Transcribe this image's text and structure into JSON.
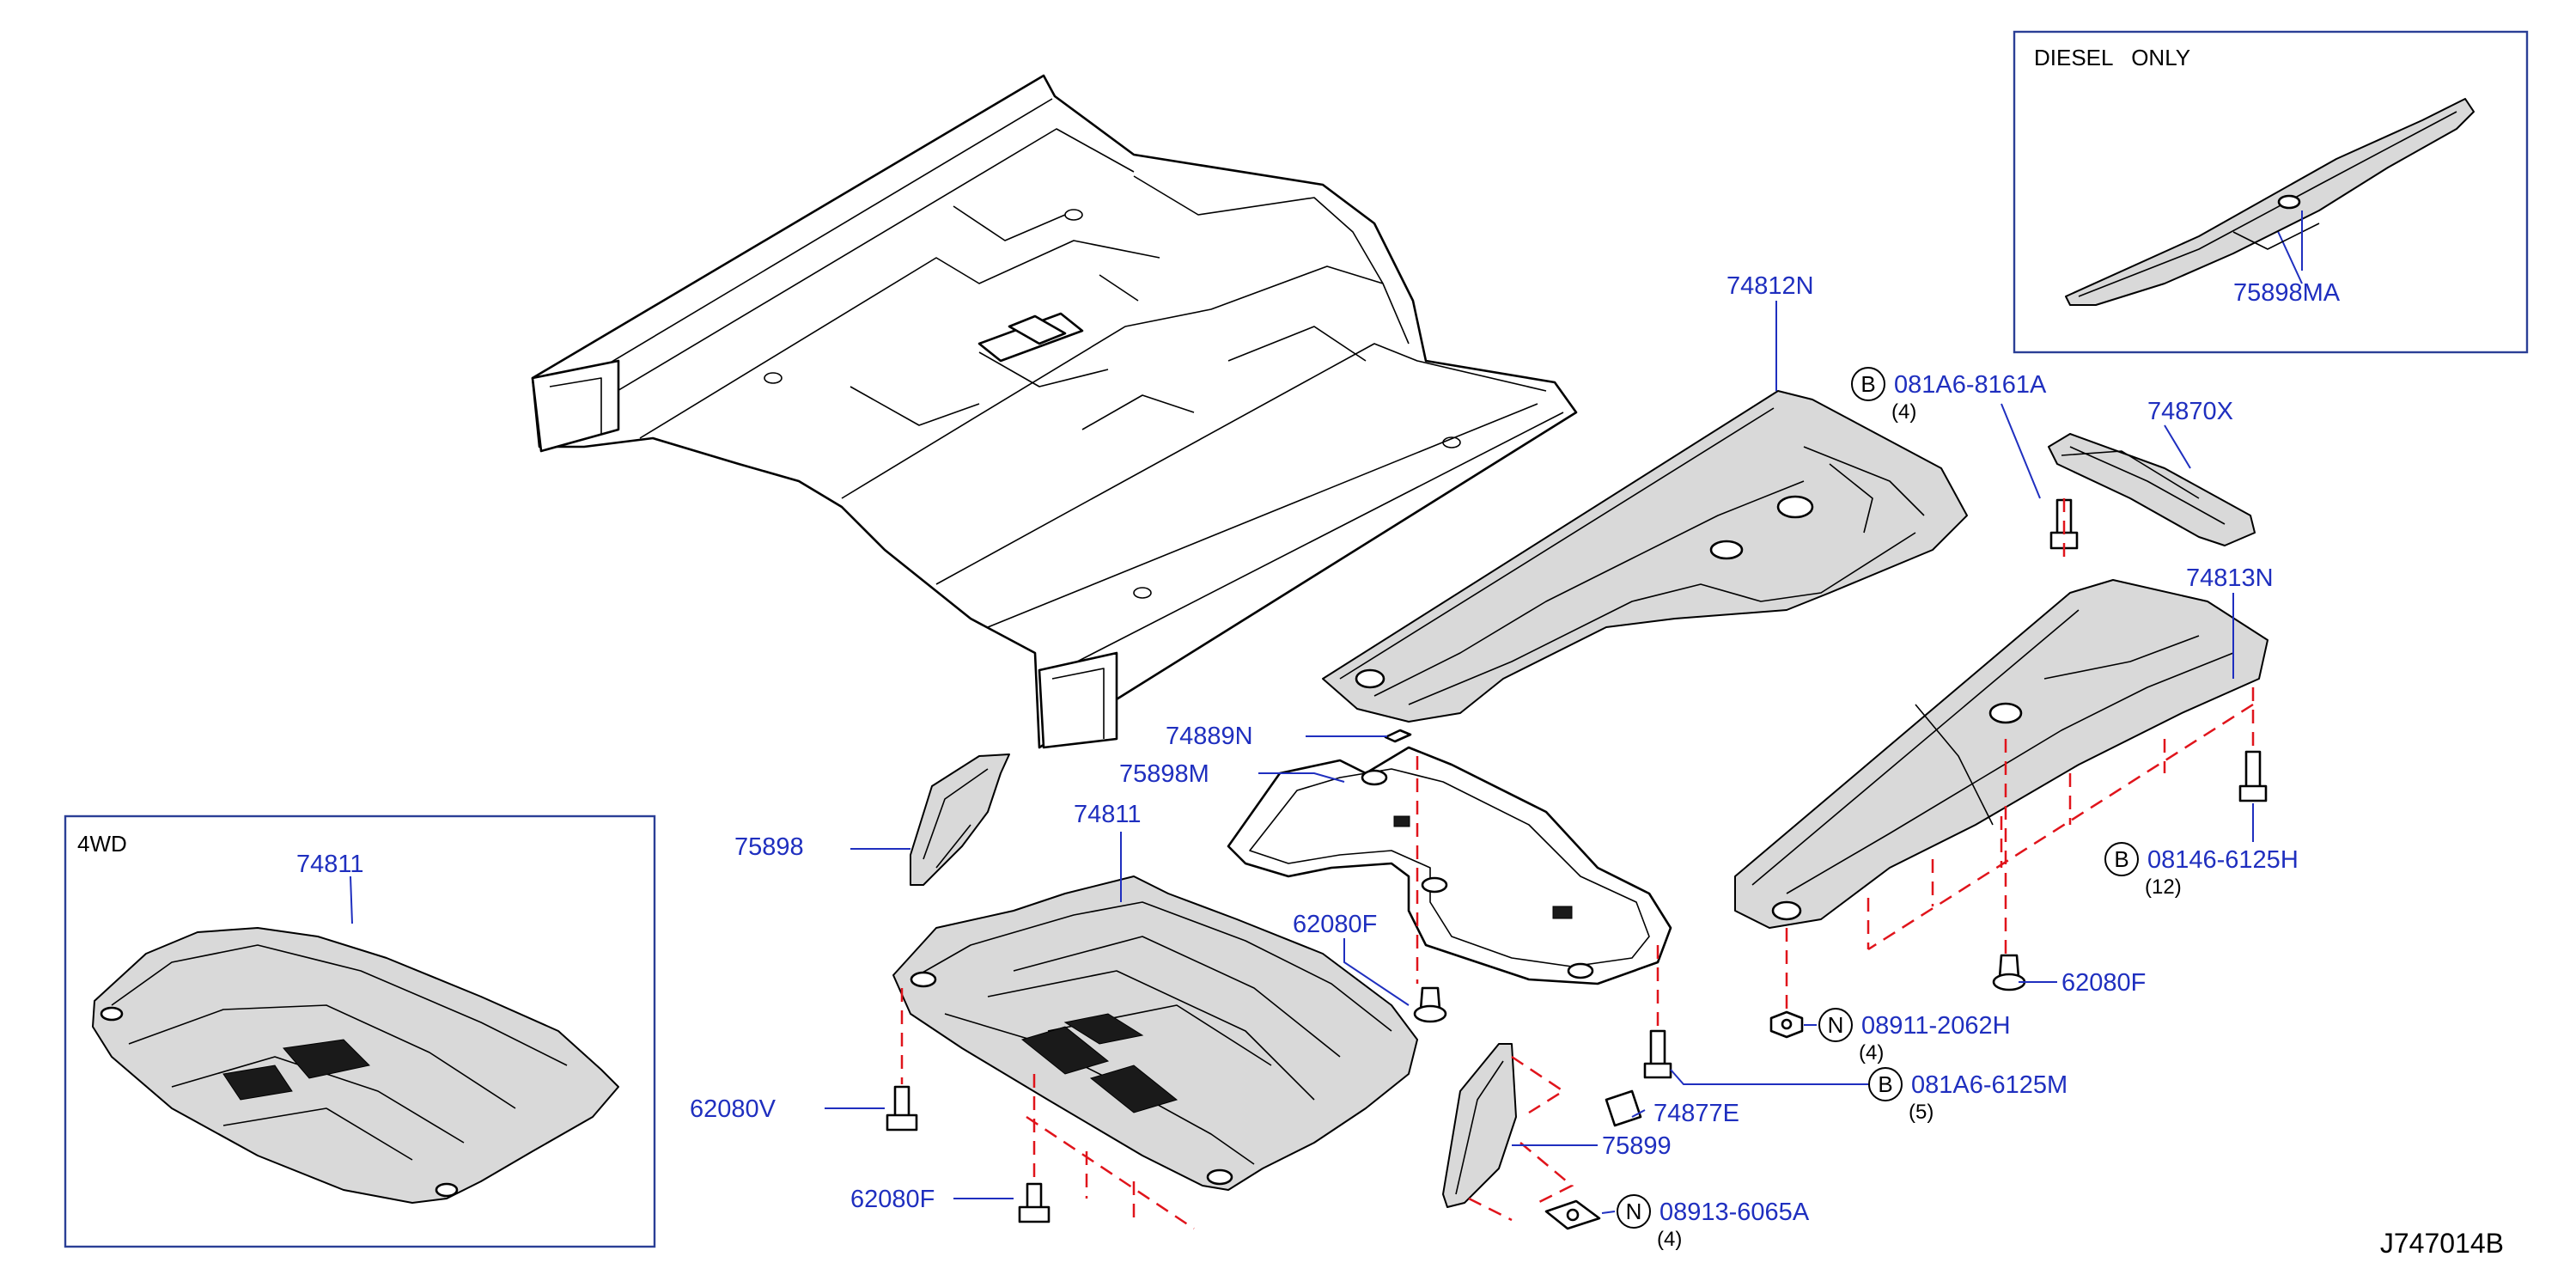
{
  "diagram_id": "J747014B",
  "insets": {
    "diesel": {
      "title": "DIESEL   ONLY",
      "part": "75898MA"
    },
    "fourwd": {
      "title": "4WD",
      "part": "74811"
    }
  },
  "parts": {
    "p74812N": "74812N",
    "p74870X": "74870X",
    "p74813N": "74813N",
    "p74889N": "74889N",
    "p75898M": "75898M",
    "p75898": "75898",
    "p74811": "74811",
    "p62080F_a": "62080F",
    "p62080F_b": "62080F",
    "p62080F_c": "62080F",
    "p62080V": "62080V",
    "p74877E": "74877E",
    "p75899": "75899"
  },
  "fasteners": [
    {
      "prefix": "B",
      "number": "081A6-8161A",
      "qty": "(4)"
    },
    {
      "prefix": "B",
      "number": "08146-6125H",
      "qty": "(12)"
    },
    {
      "prefix": "N",
      "number": "08911-2062H",
      "qty": "(4)"
    },
    {
      "prefix": "B",
      "number": "081A6-6125M",
      "qty": "(5)"
    },
    {
      "prefix": "N",
      "number": "08913-6065A",
      "qty": "(4)"
    }
  ]
}
